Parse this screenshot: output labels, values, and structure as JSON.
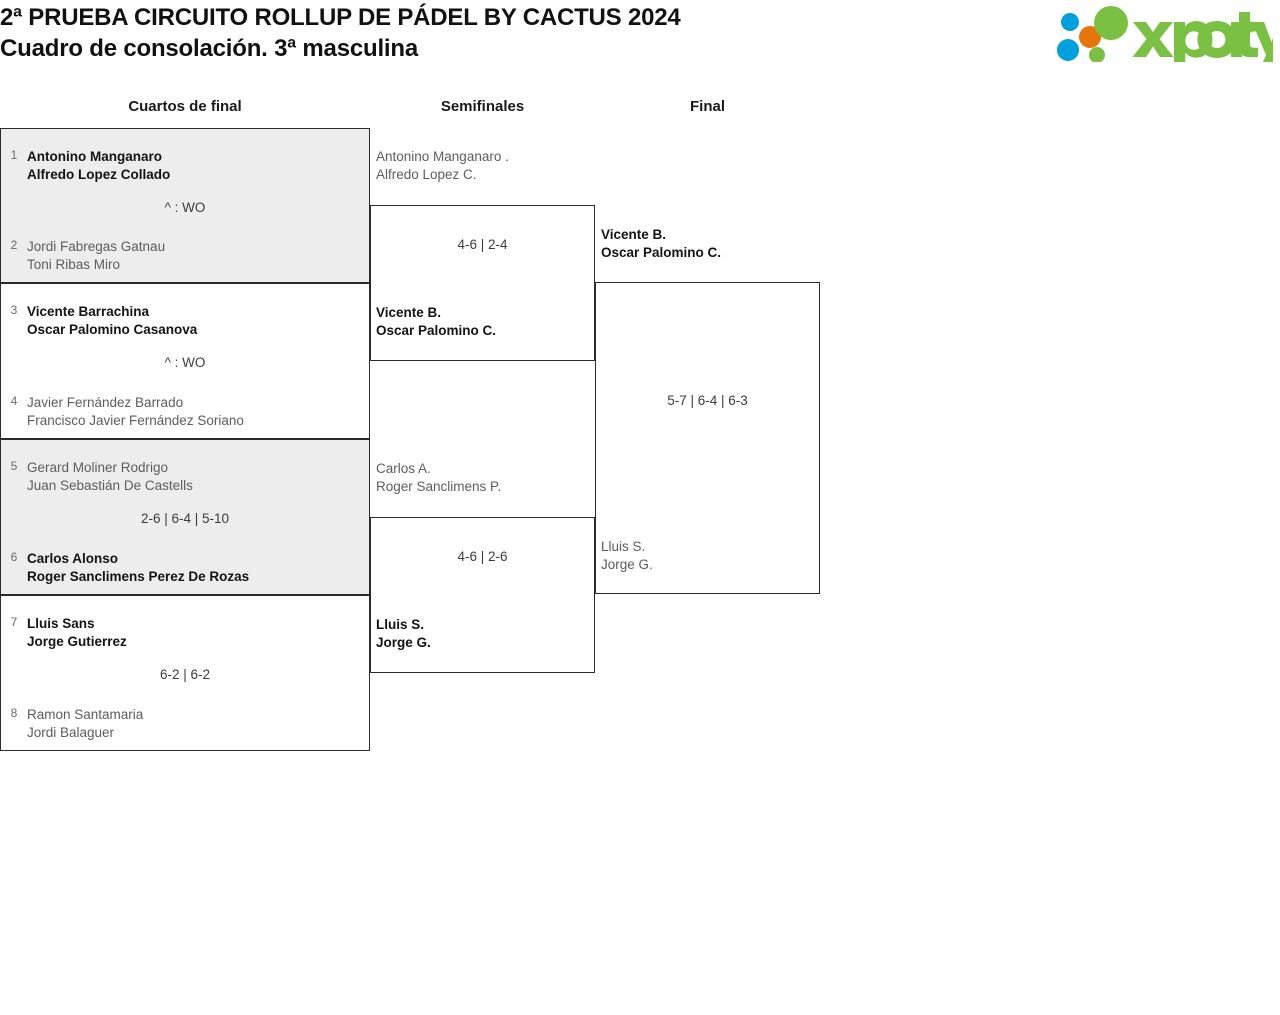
{
  "header": {
    "title_line1": "2ª PRUEBA CIRCUITO ROLLUP DE PÁDEL BY CACTUS 2024",
    "title_line2": "Cuadro de consolación. 3ª masculina",
    "logo_text": "xporty",
    "logo_colors": {
      "green": "#7ac143",
      "blue": "#00a0df",
      "orange": "#e8740c"
    }
  },
  "rounds": {
    "quarterfinals_label": "Cuartos de final",
    "semifinals_label": "Semifinales",
    "final_label": "Final"
  },
  "quarterfinals": [
    {
      "shaded": true,
      "top": {
        "seed": "1",
        "player1": "Antonino Manganaro",
        "player2": "Alfredo Lopez Collado",
        "result": "winner"
      },
      "bottom": {
        "seed": "2",
        "player1": "Jordi Fabregas Gatnau",
        "player2": "Toni Ribas Miro",
        "result": "loser"
      },
      "score": "^ : WO"
    },
    {
      "shaded": false,
      "top": {
        "seed": "3",
        "player1": "Vicente Barrachina",
        "player2": "Oscar Palomino Casanova",
        "result": "winner"
      },
      "bottom": {
        "seed": "4",
        "player1": "Javier Fernández Barrado",
        "player2": "Francisco Javier Fernández Soriano",
        "result": "loser"
      },
      "score": "^ : WO"
    },
    {
      "shaded": true,
      "top": {
        "seed": "5",
        "player1": "Gerard Moliner Rodrigo",
        "player2": "Juan Sebastián De Castells",
        "result": "loser"
      },
      "bottom": {
        "seed": "6",
        "player1": "Carlos Alonso",
        "player2": "Roger Sanclimens Perez De Rozas",
        "result": "winner"
      },
      "score": "2-6 | 6-4 | 5-10"
    },
    {
      "shaded": false,
      "top": {
        "seed": "7",
        "player1": "Lluis Sans",
        "player2": "Jorge Gutierrez",
        "result": "winner"
      },
      "bottom": {
        "seed": "8",
        "player1": "Ramon Santamaria",
        "player2": "Jordi Balaguer",
        "result": "loser"
      },
      "score": "6-2 | 6-2"
    }
  ],
  "semifinals": [
    {
      "top": {
        "player1": "Antonino Manganaro .",
        "player2": "Alfredo Lopez C.",
        "result": "loser"
      },
      "bottom": {
        "player1": "Vicente B.",
        "player2": "Oscar Palomino C.",
        "result": "winner"
      },
      "score": "4-6 | 2-4"
    },
    {
      "top": {
        "player1": "Carlos A.",
        "player2": "Roger Sanclimens P.",
        "result": "loser"
      },
      "bottom": {
        "player1": "Lluis S.",
        "player2": "Jorge G.",
        "result": "winner"
      },
      "score": "4-6 | 2-6"
    }
  ],
  "final": {
    "top": {
      "player1": "Vicente B.",
      "player2": "Oscar Palomino C.",
      "result": "winner"
    },
    "bottom": {
      "player1": "Lluis S.",
      "player2": "Jorge G.",
      "result": "loser"
    },
    "score": "5-7 | 6-4 | 6-3"
  }
}
